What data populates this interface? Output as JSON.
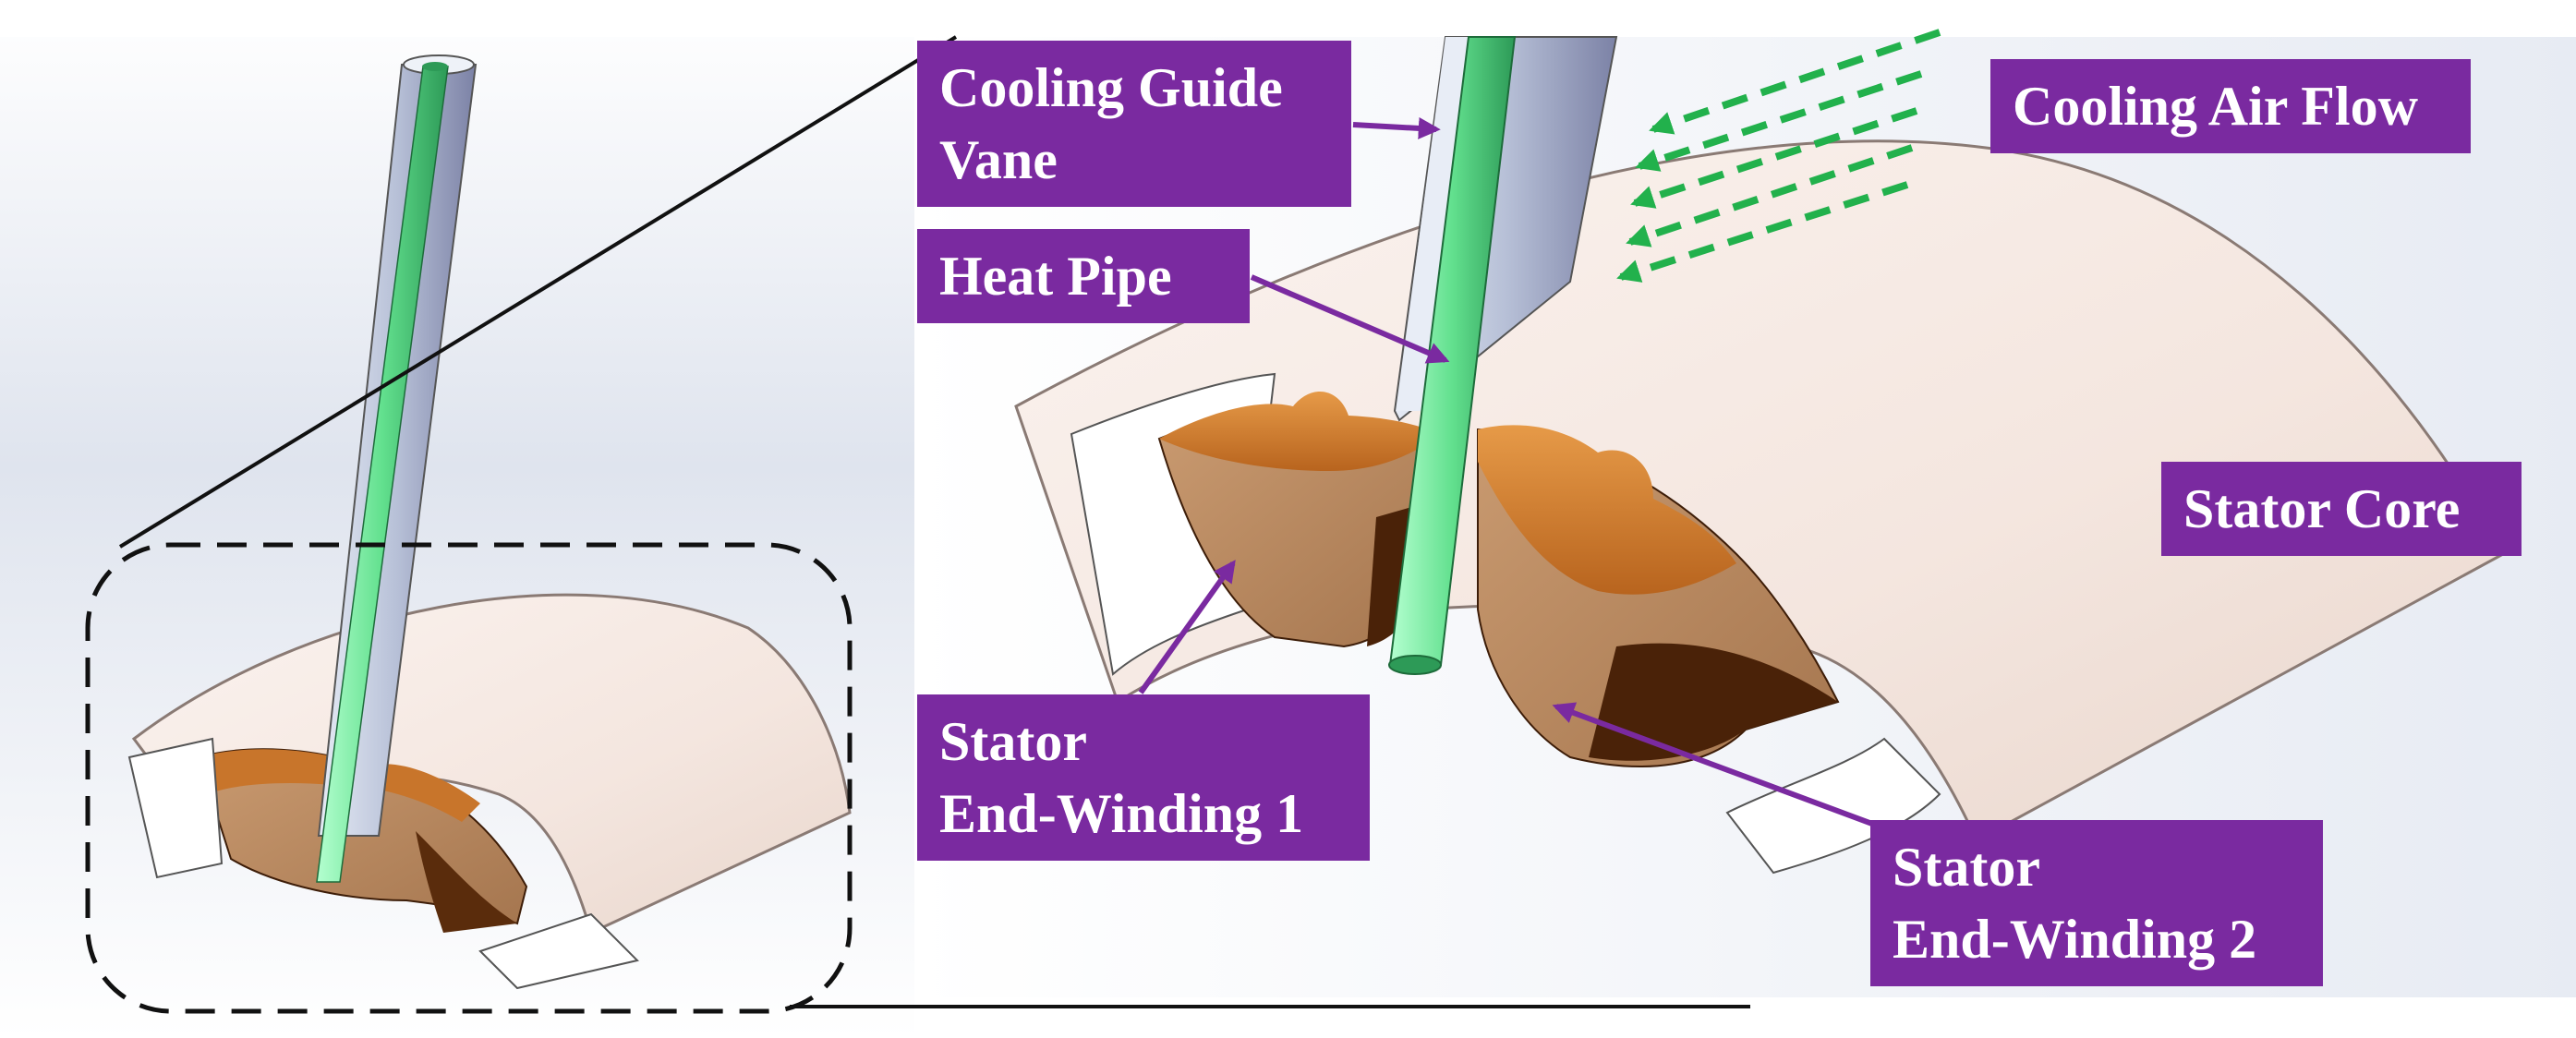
{
  "labels": {
    "cooling_guide_vane": [
      "Cooling Guide",
      "Vane"
    ],
    "heat_pipe": "Heat Pipe",
    "cooling_air_flow": "Cooling Air Flow",
    "stator_core": "Stator Core",
    "stator_end_winding_1": [
      "Stator",
      "End-Winding 1"
    ],
    "stator_end_winding_2": [
      "Stator",
      "End-Winding 2"
    ]
  },
  "colors": {
    "label_background": "#7a2aa0",
    "label_text": "#ffffff",
    "arrow": "#7a2aa0",
    "air_flow_arrows": "#22b14c",
    "heat_pipe": "#7ef0a0",
    "winding": "#b8875e",
    "winding_dark": "#5a2c0c",
    "core": "#f6ebe6",
    "vane": "#c8d0e4"
  },
  "icons": [
    "dashed-zoom-box",
    "flow-arrows",
    "leader-arrows"
  ]
}
